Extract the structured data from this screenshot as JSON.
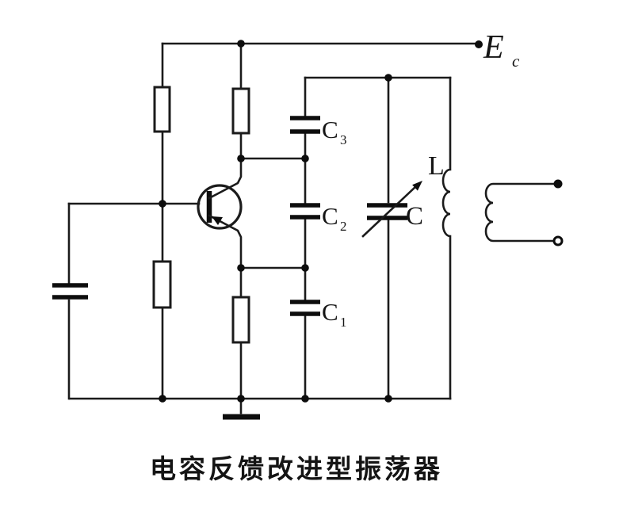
{
  "figure": {
    "caption": "电容反馈改进型振荡器",
    "background_color": "#ffffff",
    "ink_color": "#1b1b1b"
  },
  "labels": {
    "supply": {
      "base": "E",
      "sub": "c"
    },
    "cap3": {
      "base": "C",
      "sub": "3"
    },
    "cap2": {
      "base": "C",
      "sub": "2"
    },
    "cap1": {
      "base": "C",
      "sub": "1"
    },
    "tuning_cap": "C",
    "inductor": "L"
  }
}
